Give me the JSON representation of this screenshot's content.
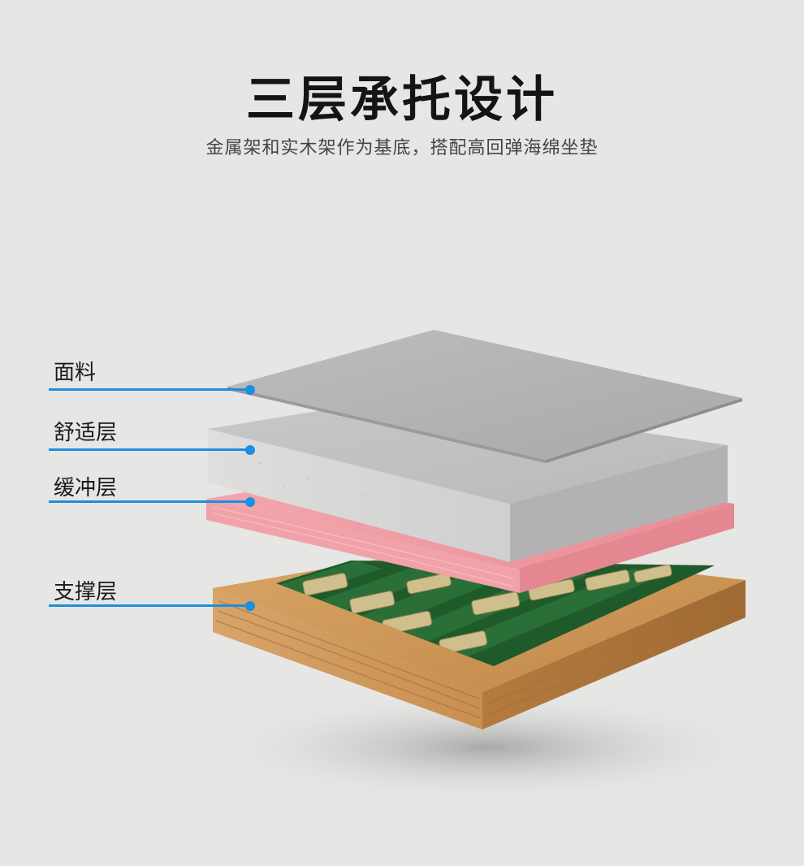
{
  "header": {
    "title": "三层承托设计",
    "subtitle": "金属架和实木架作为基底，搭配高回弹海绵坐垫"
  },
  "layers": [
    {
      "name": "面料"
    },
    {
      "name": "舒适层"
    },
    {
      "name": "缓冲层"
    },
    {
      "name": "支撑层"
    }
  ],
  "colors": {
    "accent": "#1b8fe0",
    "fabric": "#b4b4b6",
    "foam": "#cfcfcf",
    "buffer": "#ec8f97",
    "wood": "#d19a5c",
    "webbing": "#2a6a36"
  }
}
